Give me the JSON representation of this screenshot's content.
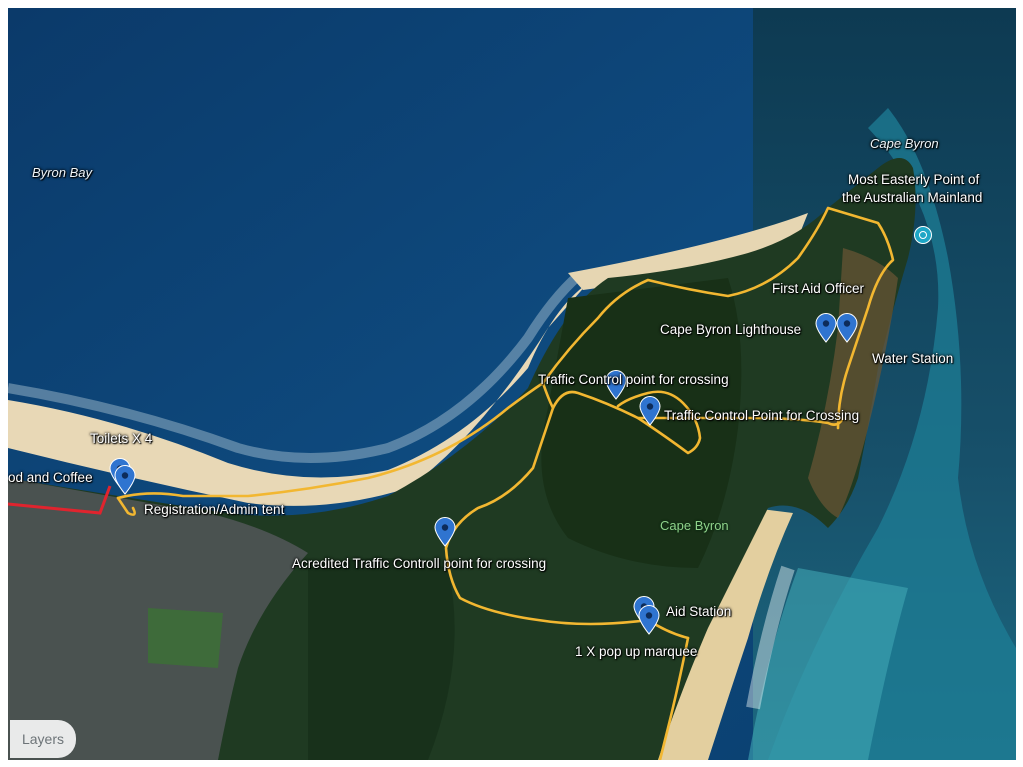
{
  "map": {
    "place_labels": {
      "byron_bay": "Byron Bay",
      "cape_byron_headland": "Cape Byron",
      "cape_byron_park": "Cape Byron"
    },
    "markers": {
      "toilets": "Toilets X 4",
      "food_coffee": "od and Coffee",
      "registration": "Registration/Admin tent",
      "acredited_traffic": "Acredited Traffic Controll point for crossing",
      "traffic_control_1": "Traffic Control point for crossing",
      "traffic_control_2": "Traffic Control Point for Crossing",
      "aid_station": "Aid Station",
      "marquee": "1  X pop up marquee",
      "most_easterly_line1": "Most Easterly Point of",
      "most_easterly_line2": "the Australian Mainland",
      "first_aid": "First Aid Officer",
      "lighthouse": "Cape Byron Lighthouse",
      "water_station": "Water Station"
    },
    "route_color": "#f2b731",
    "route_red_color": "#e0242e",
    "pin_color": "#2f74d0"
  },
  "controls": {
    "layers_label": "Layers"
  }
}
